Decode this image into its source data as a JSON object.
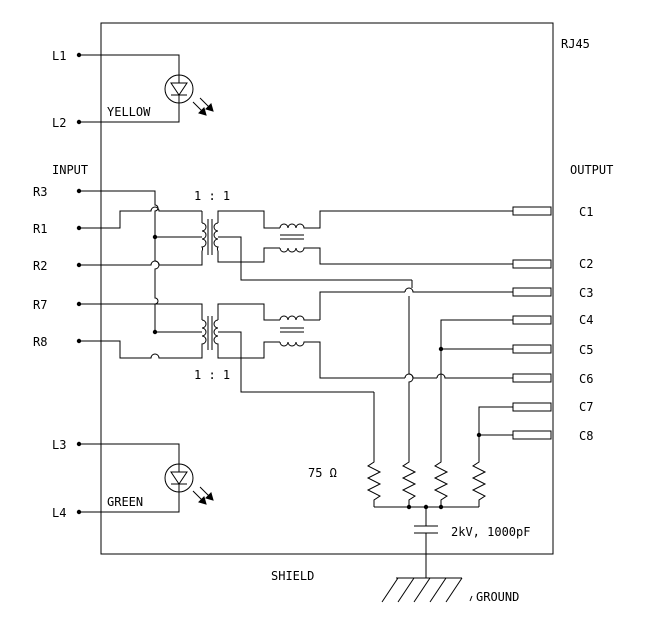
{
  "labels": {
    "connector": "RJ45",
    "input": "INPUT",
    "output": "OUTPUT",
    "shield": "SHIELD",
    "ground": "GROUND",
    "led_top": "YELLOW",
    "led_bottom": "GREEN",
    "ratio_top": "1 : 1",
    "ratio_bottom": "1 : 1",
    "resistor": "75 Ω",
    "capacitor": "2kV, 1000pF"
  },
  "pins": {
    "left": [
      "L1",
      "L2",
      "R3",
      "R1",
      "R2",
      "R7",
      "R8",
      "L3",
      "L4"
    ],
    "right": [
      "C1",
      "C2",
      "C3",
      "C4",
      "C5",
      "C6",
      "C7",
      "C8"
    ]
  }
}
